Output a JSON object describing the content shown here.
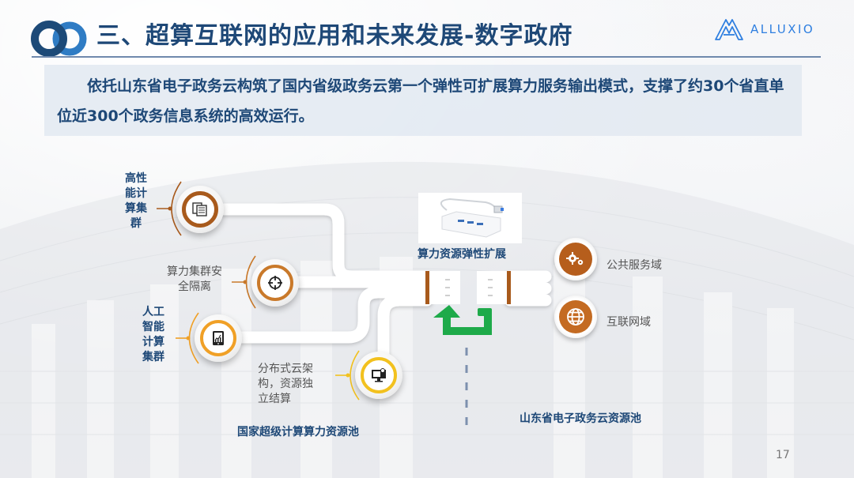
{
  "header": {
    "title": "三、超算互联网的应用和未来发展-数字政府",
    "brand": "ALLUXIO"
  },
  "intro": {
    "text": "依托山东省电子政务云构筑了国内省级政务云第一个弹性可扩展算力服务输出模式，支撑了约30个省直单位近300个政务信息系统的高效运行。"
  },
  "diagram": {
    "left_nodes": [
      {
        "label": "高性能计算集群",
        "lines": [
          "高性",
          "能计",
          "算集",
          "群"
        ],
        "style": "bold",
        "icon": "server-stack-icon",
        "ring_color": "#a85a1c"
      },
      {
        "label": "算力集群安全隔离",
        "lines": [
          "算力集群安",
          "全隔离"
        ],
        "style": "light",
        "icon": "crosshair-icon",
        "ring_color": "#c9792a"
      },
      {
        "label": "人工智能计算集群",
        "lines": [
          "人工",
          "智能",
          "计算",
          "集群"
        ],
        "style": "bold",
        "icon": "tablet-chart-icon",
        "ring_color": "#f0a026"
      },
      {
        "label": "分布式云架构，资源独立结算",
        "lines": [
          "分布式云架",
          "构，资源独",
          "立结算"
        ],
        "style": "light",
        "icon": "monitor-billing-icon",
        "ring_color": "#f2c11e"
      }
    ],
    "hub": {
      "label": "算力资源弹性扩展",
      "image": "usb-hub-icon"
    },
    "right_domains": [
      {
        "label": "公共服务域",
        "icon": "gears-icon",
        "color": "#b65e1c"
      },
      {
        "label": "互联网域",
        "icon": "globe-icon",
        "color": "#c46b22"
      }
    ],
    "pools": {
      "national": "国家超级计算算力资源池",
      "provincial": "山东省电子政务云资源池"
    },
    "arrow_color": "#1eaa4a",
    "connector_color": "#a85a1c"
  },
  "footer": {
    "page_number": "17"
  }
}
